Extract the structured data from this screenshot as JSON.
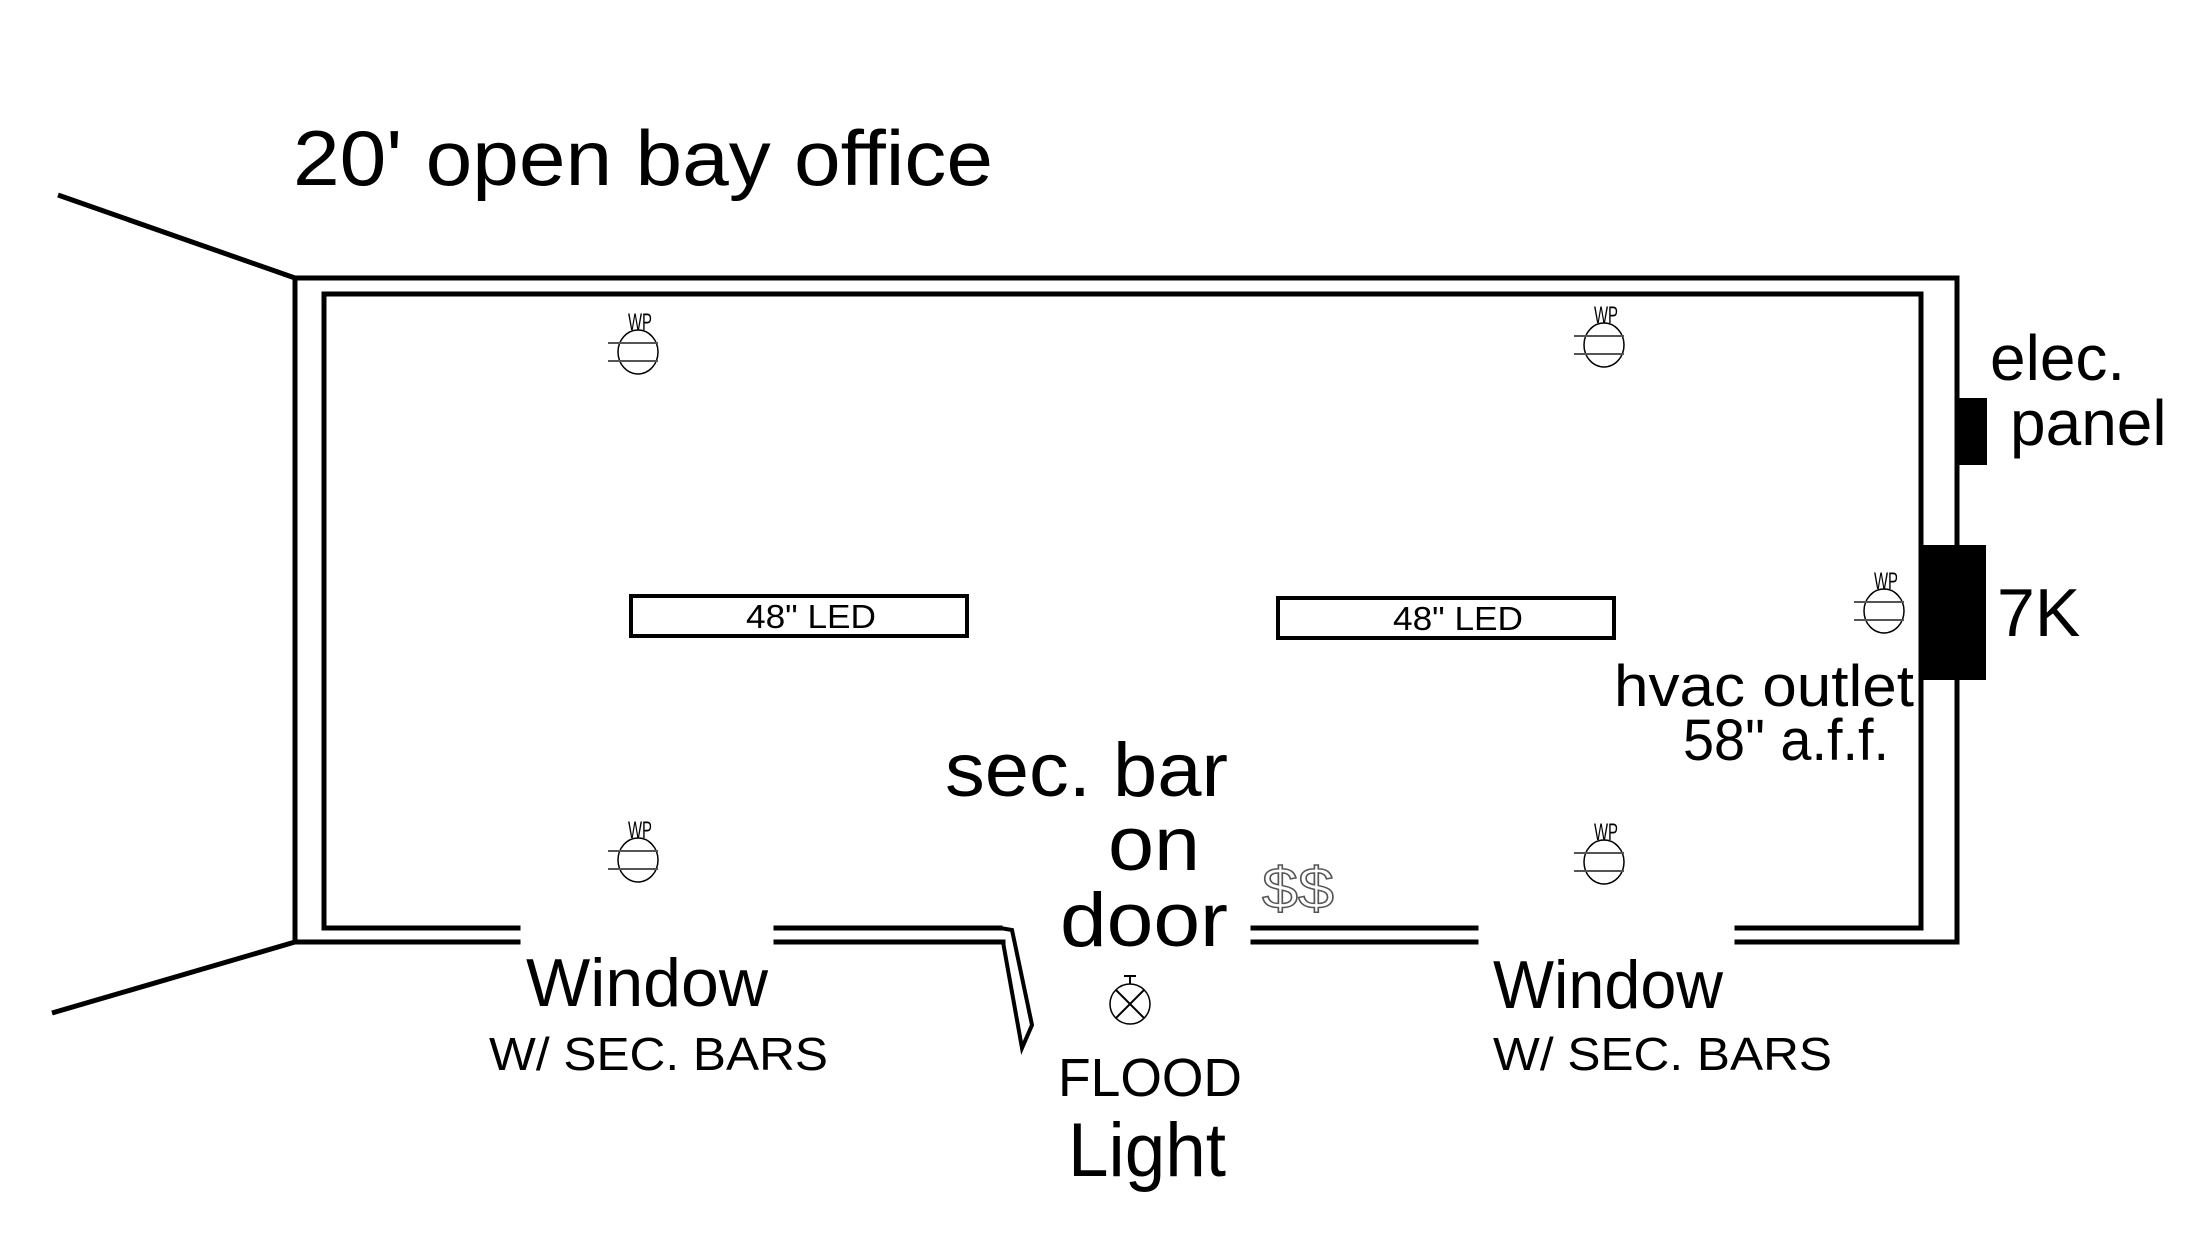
{
  "title": "20' open bay office",
  "fixtures": {
    "led_label": "48\" LED",
    "led_count": 2,
    "wp_label": "WP",
    "wp_count": 5
  },
  "labels": {
    "elec_panel_line1": "elec.",
    "elec_panel_line2": "panel",
    "hvac_unit": "7K",
    "hvac_outlet_line1": "hvac outlet",
    "hvac_outlet_line2": "58\" a.f.f.",
    "door_line1": "sec. bar",
    "door_line2": "on",
    "door_line3": "door",
    "switches": "$$",
    "flood_line1": "FLOOD",
    "flood_line2": "Light",
    "window_left_line1": "Window",
    "window_left_line2": "W/ SEC. BARS",
    "window_right_line1": "Window",
    "window_right_line2": "W/ SEC. BARS"
  },
  "colors": {
    "line": "#000000",
    "background": "#ffffff",
    "outlet_tick": "#555555"
  }
}
